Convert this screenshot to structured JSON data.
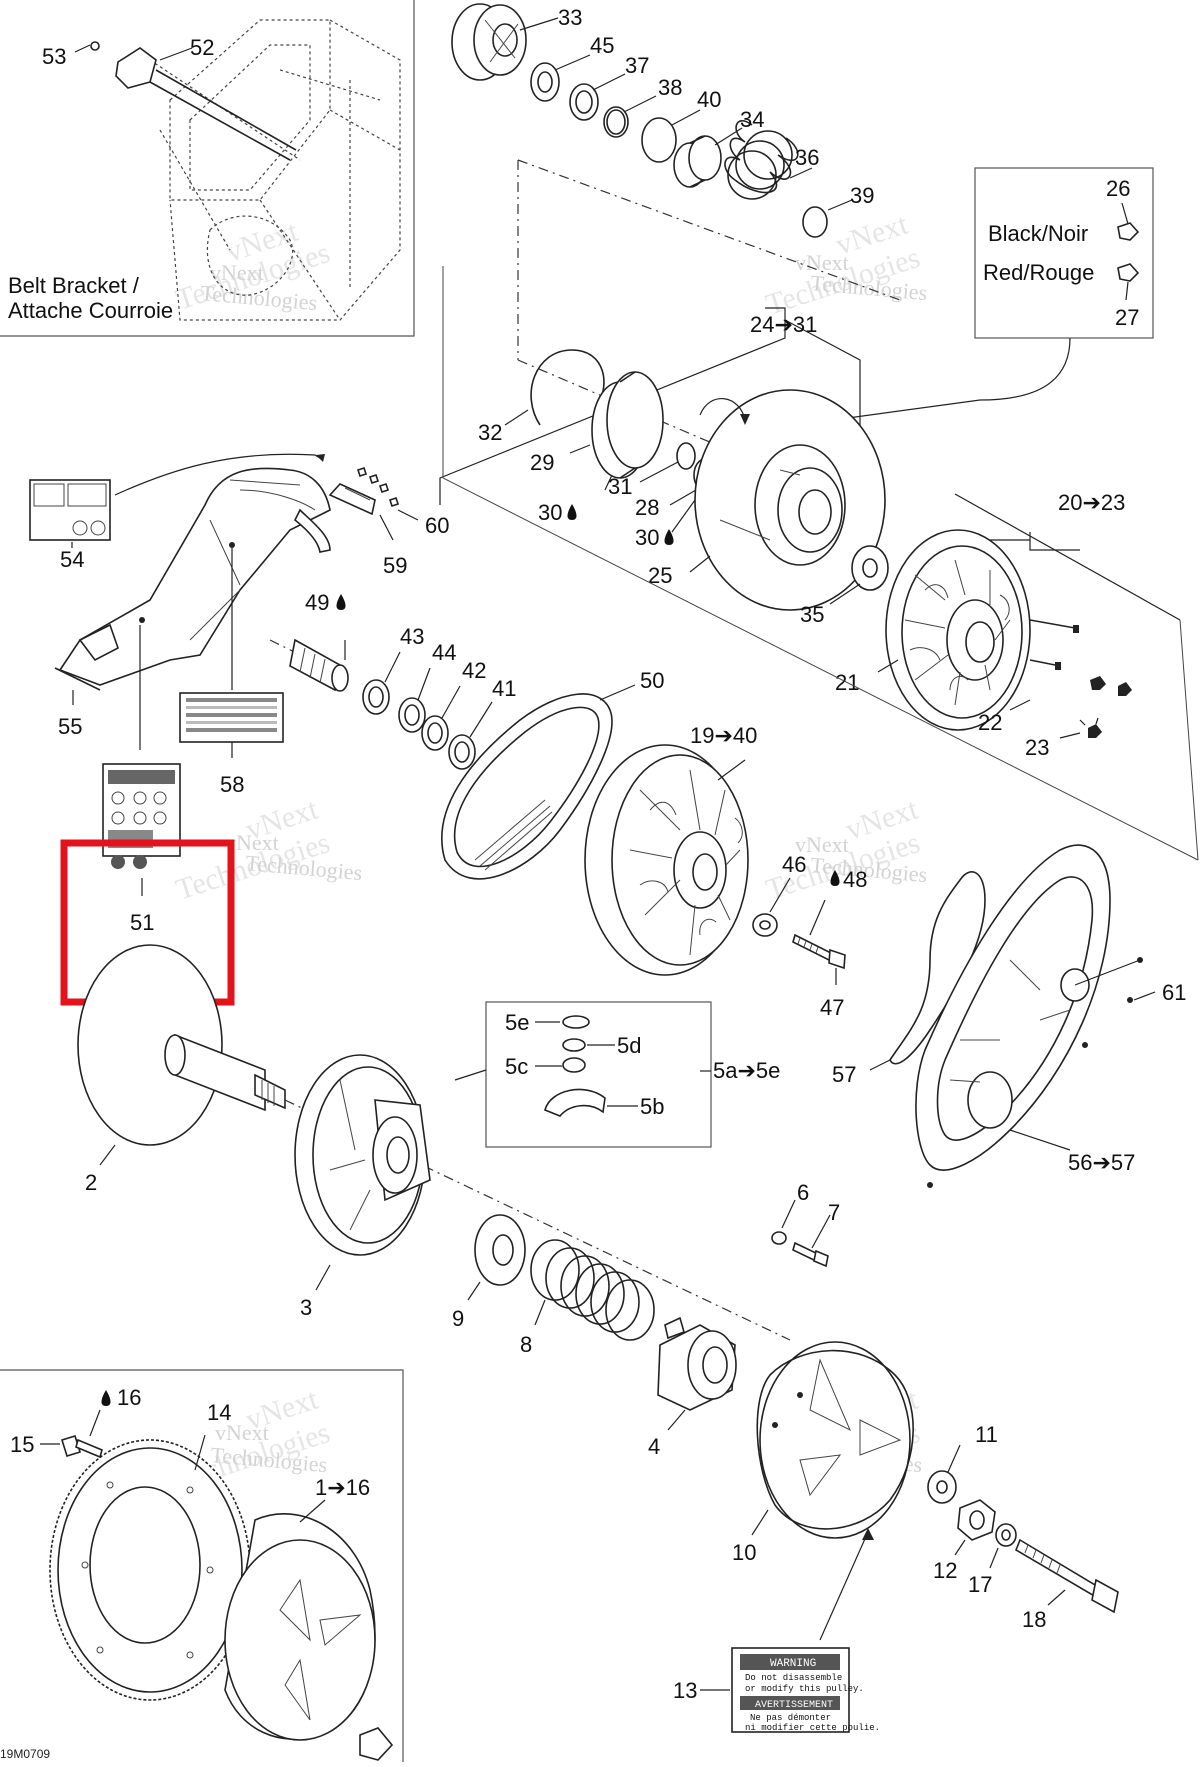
{
  "diagram": {
    "code": "19M0709",
    "watermark_line1": "vNext",
    "watermark_line2": "Technologies",
    "inset_top": {
      "label_line1": "Belt Bracket /",
      "label_line2": "Attache Courroie"
    },
    "color_legend": {
      "label_black": "Black/Noir",
      "label_red": "Red/Rouge",
      "num_black": "26",
      "num_red": "27"
    },
    "kit_box": {
      "items": [
        "5e",
        "5d",
        "5c",
        "5b"
      ],
      "range": "5a➔5e"
    },
    "warning_label": {
      "line1": "WARNING",
      "line2": "Do not disassemble",
      "line3": "or modify this pulley.",
      "line4": "AVERTISSEMENT",
      "line5": "Ne pas démonter",
      "line6": "ni modifier cette poulie."
    },
    "highlight_color": "#e3121b",
    "callouts": {
      "c53": "53",
      "c52": "52",
      "c33": "33",
      "c45": "45",
      "c37": "37",
      "c38": "38",
      "c40": "40",
      "c34": "34",
      "c36": "36",
      "c39": "39",
      "c24_31": "24➔31",
      "c32": "32",
      "c29": "29",
      "c30a": "30",
      "c31": "31",
      "c28": "28",
      "c30b": "30",
      "c25": "25",
      "c20_23": "20➔23",
      "c35": "35",
      "c21": "21",
      "c22": "22",
      "c23": "23",
      "c54": "54",
      "c60": "60",
      "c59": "59",
      "c49": "49",
      "c55": "55",
      "c43": "43",
      "c44": "44",
      "c42": "42",
      "c41": "41",
      "c50": "50",
      "c58": "58",
      "c19_40": "19➔40",
      "c46": "46",
      "c48": "48",
      "c51": "51",
      "c47": "47",
      "c61": "61",
      "c57": "57",
      "c56_57": "56➔57",
      "c2": "2",
      "c3": "3",
      "c6": "6",
      "c7": "7",
      "c9": "9",
      "c8": "8",
      "c4": "4",
      "c15": "15",
      "c16": "16",
      "c14": "14",
      "c1_16": "1➔16",
      "c11": "11",
      "c10": "10",
      "c12": "12",
      "c17": "17",
      "c18": "18",
      "c13": "13"
    }
  }
}
